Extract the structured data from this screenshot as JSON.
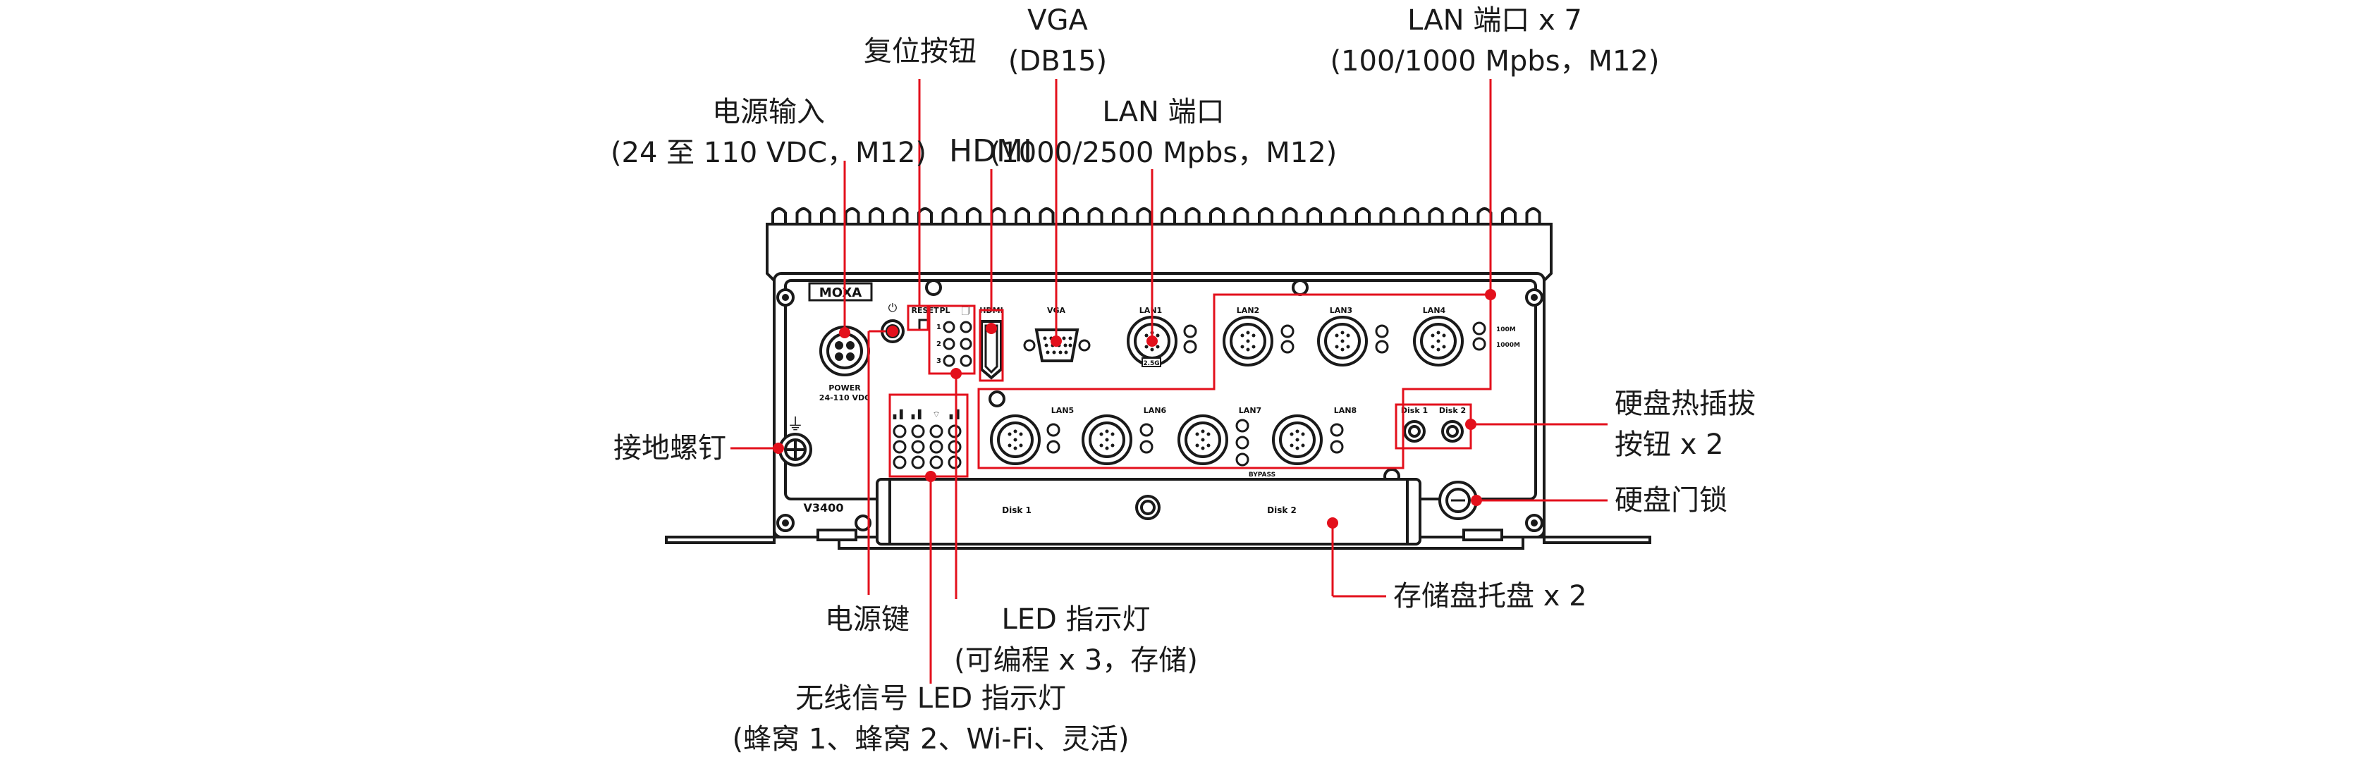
{
  "device": {
    "brand": "MOXA",
    "model": "V3400",
    "power_label_1": "POWER",
    "power_label_2": "24-110 VDC",
    "reset_label": "RESET",
    "pl_label": "PL",
    "pl_numbers": [
      "1",
      "2",
      "3"
    ],
    "hdmi_label": "HDMI",
    "vga_label": "VGA",
    "lan_top": [
      "LAN1",
      "LAN2",
      "LAN3",
      "LAN4"
    ],
    "lan_bottom": [
      "LAN5",
      "LAN6",
      "LAN7",
      "LAN8"
    ],
    "speed_250": "2.5G",
    "speed_100m": "100M",
    "speed_1000m": "1000M",
    "bypass_label": "BYPASS",
    "disk1_btn": "Disk 1",
    "disk2_btn": "Disk 2",
    "tray_disk1": "Disk 1",
    "tray_disk2": "Disk 2"
  },
  "annotations": {
    "reset": [
      "复位按钮"
    ],
    "vga": [
      "VGA",
      "(DB15)"
    ],
    "lan7": [
      "LAN 端口 x 7",
      "(100/1000 Mpbs，M12)"
    ],
    "power_input": [
      "电源输入",
      "(24 至 110 VDC，M12)"
    ],
    "hdmi": [
      "HDMI"
    ],
    "lan_25": [
      "LAN 端口",
      "(1000/2500 Mpbs，M12)"
    ],
    "hotswap": [
      "硬盘热插拔",
      "按钮 x 2"
    ],
    "ground": [
      "接地螺钉"
    ],
    "disk_lock": [
      "硬盘门锁"
    ],
    "tray": [
      "存储盘托盘 x 2"
    ],
    "power_key": [
      "电源键"
    ],
    "led_pl": [
      "LED 指示灯",
      "(可编程 x 3，存储)"
    ],
    "wireless_led": [
      "无线信号 LED 指示灯",
      "(蜂窝 1、蜂窝 2、Wi-Fi、灵活)"
    ]
  },
  "colors": {
    "callout": "#e3101c",
    "device_stroke": "#1a1a1a",
    "label_text": "#1a1a1a"
  }
}
